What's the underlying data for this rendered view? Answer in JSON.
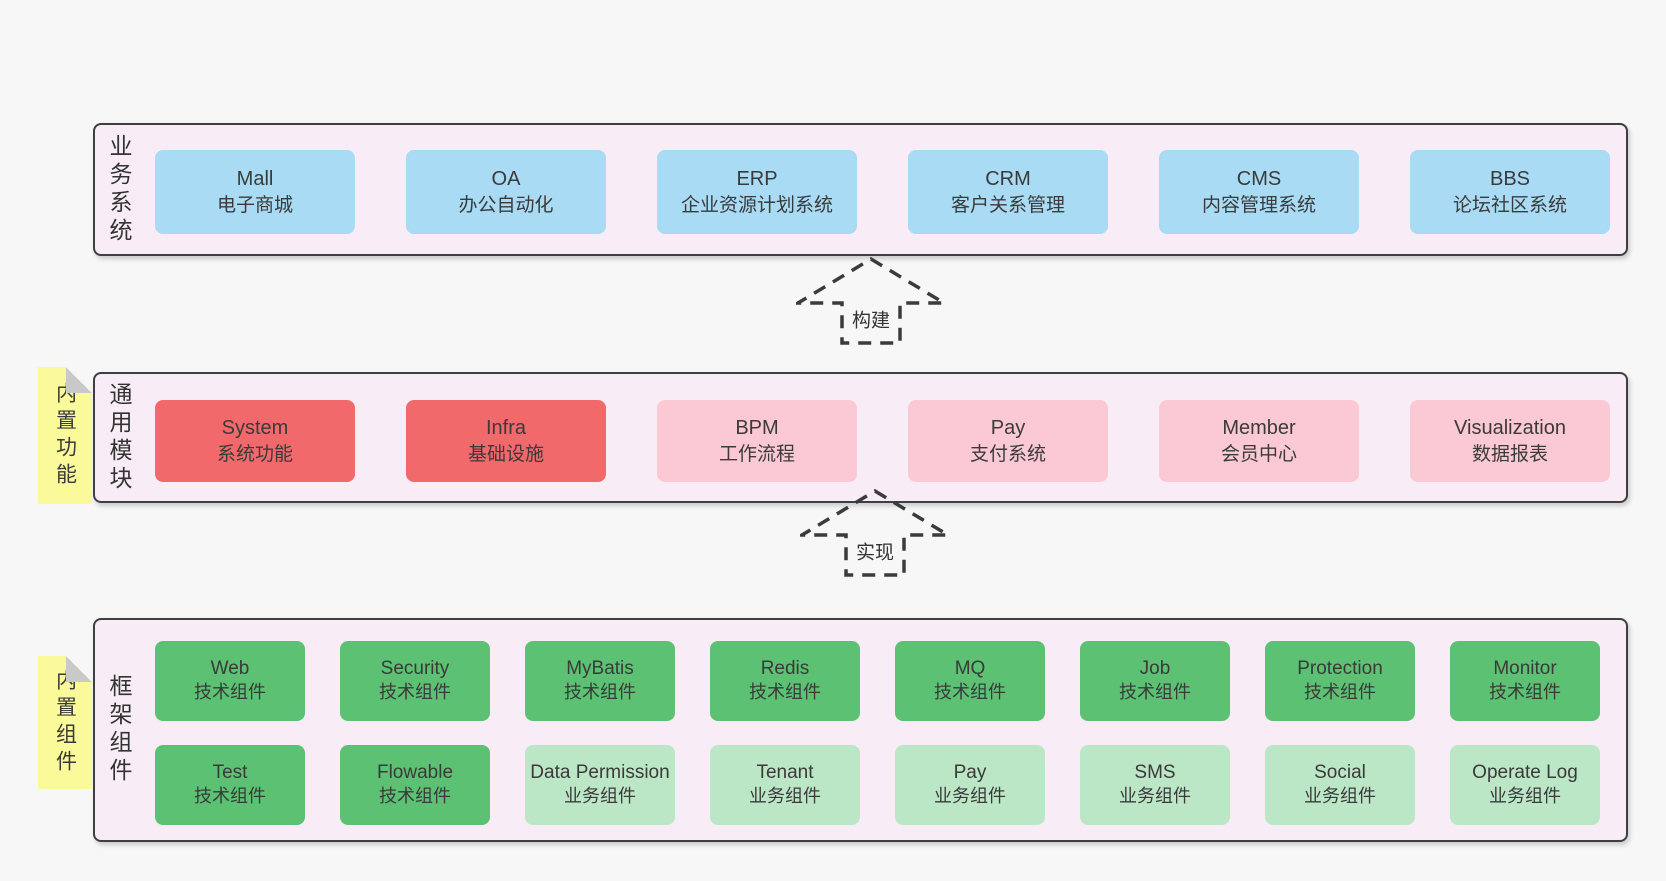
{
  "theme": {
    "bg": "#f7f7f7",
    "panel_fill": "#f8edf6",
    "panel_border": "#3f3f3f",
    "box_text": "#3a3a3a",
    "blue": "#a9dbf4",
    "red": "#f2696b",
    "pink": "#fac9d3",
    "green_dark": "#5cc172",
    "green_light": "#bce7c6",
    "sticky_yellow": "#fafa9b",
    "sticky_fold": "#c9c9c9",
    "arrow": "#3b3b3b"
  },
  "business_systems": {
    "label": "业务系统",
    "items": [
      {
        "name": "Mall",
        "desc": "电子商城"
      },
      {
        "name": "OA",
        "desc": "办公自动化"
      },
      {
        "name": "ERP",
        "desc": "企业资源计划系统"
      },
      {
        "name": "CRM",
        "desc": "客户关系管理"
      },
      {
        "name": "CMS",
        "desc": "内容管理系统"
      },
      {
        "name": "BBS",
        "desc": "论坛社区系统"
      }
    ]
  },
  "arrow_build": {
    "label": "构建"
  },
  "common_modules": {
    "label": "通用模块",
    "sticky": "内置功能",
    "items": [
      {
        "name": "System",
        "desc": "系统功能"
      },
      {
        "name": "Infra",
        "desc": "基础设施"
      },
      {
        "name": "BPM",
        "desc": "工作流程"
      },
      {
        "name": "Pay",
        "desc": "支付系统"
      },
      {
        "name": "Member",
        "desc": "会员中心"
      },
      {
        "name": "Visualization",
        "desc": "数据报表"
      }
    ]
  },
  "arrow_implement": {
    "label": "实现"
  },
  "framework_components": {
    "label": "框架组件",
    "sticky": "内置组件",
    "row1": [
      {
        "name": "Web",
        "desc": "技术组件"
      },
      {
        "name": "Security",
        "desc": "技术组件"
      },
      {
        "name": "MyBatis",
        "desc": "技术组件"
      },
      {
        "name": "Redis",
        "desc": "技术组件"
      },
      {
        "name": "MQ",
        "desc": "技术组件"
      },
      {
        "name": "Job",
        "desc": "技术组件"
      },
      {
        "name": "Protection",
        "desc": "技术组件"
      },
      {
        "name": "Monitor",
        "desc": "技术组件"
      }
    ],
    "row2": [
      {
        "name": "Test",
        "desc": "技术组件"
      },
      {
        "name": "Flowable",
        "desc": "技术组件"
      },
      {
        "name": "Data Permission",
        "desc": "业务组件"
      },
      {
        "name": "Tenant",
        "desc": "业务组件"
      },
      {
        "name": "Pay",
        "desc": "业务组件"
      },
      {
        "name": "SMS",
        "desc": "业务组件"
      },
      {
        "name": "Social",
        "desc": "业务组件"
      },
      {
        "name": "Operate Log",
        "desc": "业务组件"
      }
    ]
  }
}
